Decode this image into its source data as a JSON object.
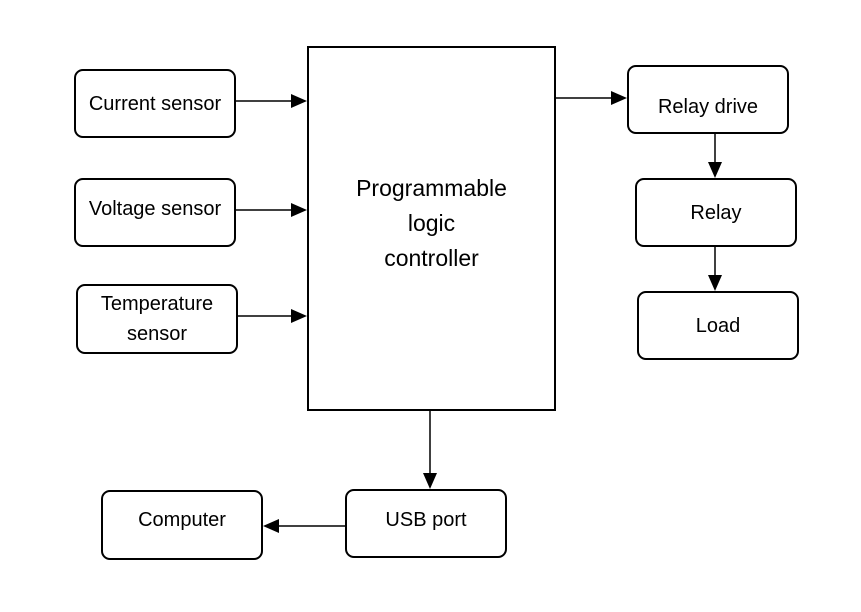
{
  "diagram": {
    "nodes": {
      "current_sensor": "Current sensor",
      "voltage_sensor": "Voltage sensor",
      "temperature_sensor": "Temperature\nsensor",
      "plc": "Programmable\nlogic\ncontroller",
      "relay_drive": "Relay drive",
      "relay": "Relay",
      "load": "Load",
      "usb_port": "USB port",
      "computer": "Computer"
    },
    "colors": {
      "stroke": "#000000",
      "fill": "#ffffff"
    }
  }
}
